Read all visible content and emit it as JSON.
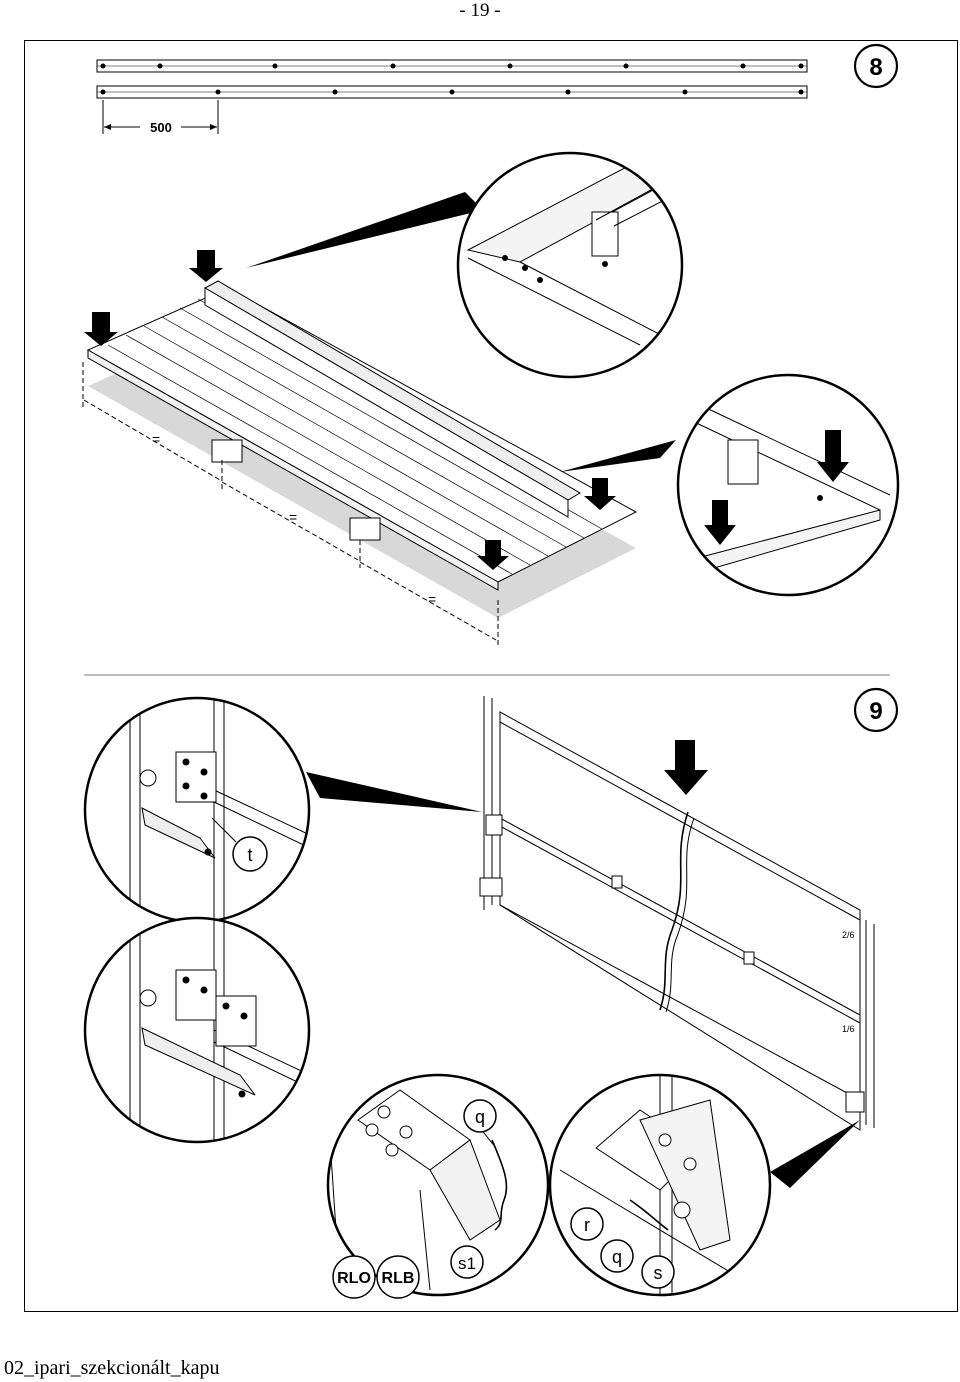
{
  "page": {
    "number": "- 19 -",
    "footer": "02_ipari_szekcionált_kapu"
  },
  "step8": {
    "step_number": "8",
    "dimension_label": "500",
    "equal_marks": [
      "=",
      "=",
      "="
    ]
  },
  "step9": {
    "step_number": "9",
    "labels": {
      "t": "t",
      "q_left": "q",
      "s1": "s1",
      "rlo": "RLO",
      "rlb": "RLB",
      "r": "r",
      "q_right": "q",
      "s": "s",
      "section_mark_1": "2/6",
      "section_mark_2": "1/6"
    }
  }
}
